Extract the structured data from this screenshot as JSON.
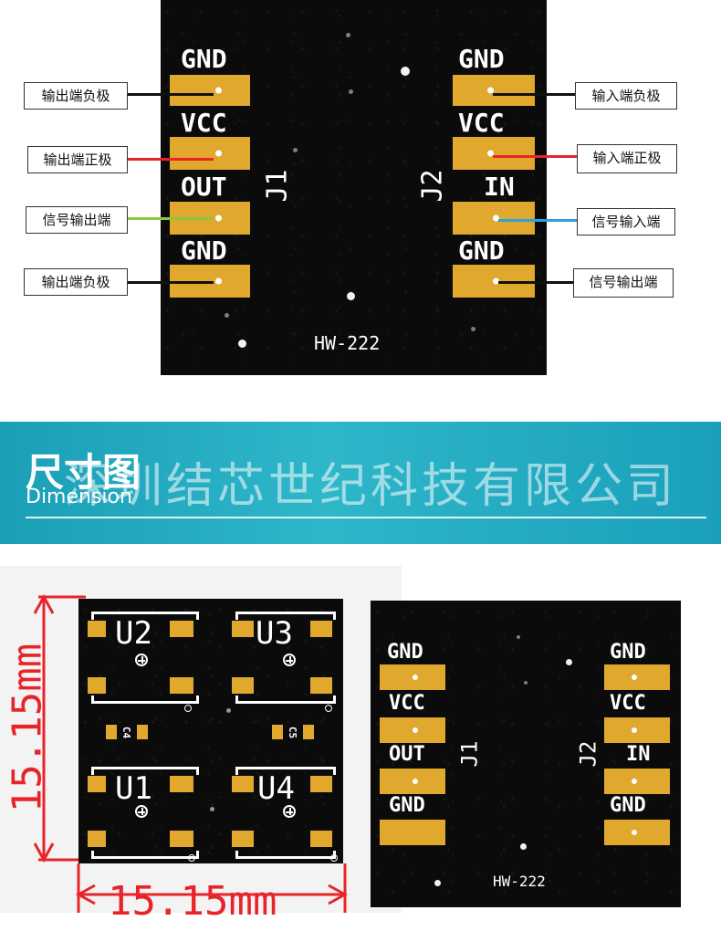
{
  "top_board": {
    "left_pins": [
      "GND",
      "VCC",
      "OUT",
      "GND"
    ],
    "right_pins": [
      "GND",
      "VCC",
      "IN",
      "GND"
    ],
    "left_connector": "J1",
    "right_connector": "J2",
    "model": "HW-222"
  },
  "callouts_left": [
    "输出端负极",
    "输出端正极",
    "信号输出端",
    "输出端负极"
  ],
  "callouts_right": [
    "输入端负极",
    "输入端正极",
    "信号输入端",
    "信号输出端"
  ],
  "wire_colors": {
    "black": "#111111",
    "red": "#e8242a",
    "green": "#8cc63f",
    "blue": "#29a3e0"
  },
  "banner": {
    "title": "尺寸图",
    "subtitle": "Dimension",
    "watermark": "深圳结芯世纪科技有限公司"
  },
  "dimension": {
    "height": "15.15mm",
    "width": "15.15mm",
    "chips": [
      "U2",
      "U3",
      "U1",
      "U4"
    ],
    "caps": [
      "C4",
      "C5"
    ]
  },
  "bottom_board": {
    "left_pins": [
      "GND",
      "VCC",
      "OUT",
      "GND"
    ],
    "right_pins": [
      "GND",
      "VCC",
      "IN",
      "GND"
    ],
    "left_connector": "J1",
    "right_connector": "J2",
    "model": "HW-222"
  },
  "colors": {
    "pcb": "#0b0b0b",
    "pad": "#e0a82c",
    "banner": "#22aac0",
    "dimension_red": "#e8242a"
  }
}
